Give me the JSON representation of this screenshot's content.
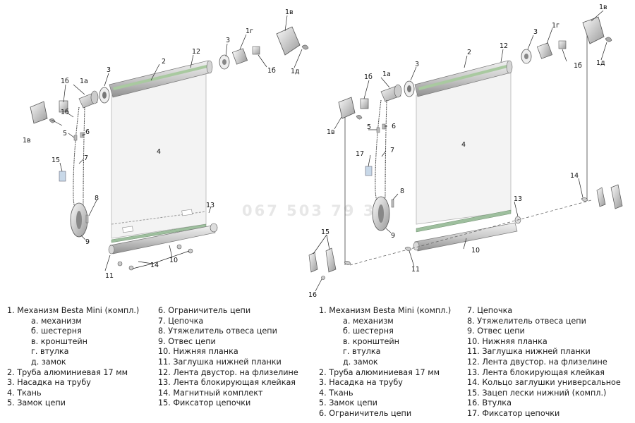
{
  "watermark": "067 503 79 37",
  "left": {
    "labels": {
      "m1a": "1а",
      "m1b": "1б",
      "m1v": "1в",
      "m1b2": "1б",
      "m1v2": "1в",
      "m1g": "1г",
      "m1b3": "1б",
      "m1d": "1д",
      "m2": "2",
      "m12": "12",
      "m3a": "3",
      "m3b": "3",
      "m4": "4",
      "m5": "5",
      "m6": "6",
      "m7": "7",
      "m8": "8",
      "m9": "9",
      "m10": "10",
      "m11": "11",
      "m13": "13",
      "m14": "14",
      "m15": "15"
    },
    "legend_col1": [
      "1. Механизм Besta Mini (компл.)",
      "а. механизм",
      "б. шестерня",
      "в. кронштейн",
      "г. втулка",
      "д. замок",
      "2. Труба алюминиевая 17 мм",
      "3. Насадка на трубу",
      "4. Ткань",
      "5. Замок цепи"
    ],
    "legend_col2": [
      "6. Ограничитель цепи",
      "7. Цепочка",
      "8. Утяжелитель отвеса цепи",
      "9. Отвес цепи",
      "10. Нижняя планка",
      "11. Заглушка нижней планки",
      "12. Лента двустор. на флизелине",
      "13. Лента блокирующая клейкая",
      "14. Магнитный комплект",
      "15. Фиксатор цепочки"
    ]
  },
  "right": {
    "labels": {
      "m1a": "1а",
      "m1b": "1б",
      "m1v": "1в",
      "m1v2": "1в",
      "m1g": "1г",
      "m1b3": "1б",
      "m1d": "1д",
      "m2": "2",
      "m12": "12",
      "m3a": "3",
      "m3b": "3",
      "m4": "4",
      "m5": "5",
      "m6": "6",
      "m7": "7",
      "m8": "8",
      "m9": "9",
      "m10": "10",
      "m11": "11",
      "m13": "13",
      "m14": "14",
      "m15": "15",
      "m16": "16",
      "m17": "17"
    },
    "legend_col1": [
      "1. Механизм Besta Mini (компл.)",
      "а. механизм",
      "б. шестерня",
      "в. кронштейн",
      "г. втулка",
      "д. замок",
      "2. Труба алюминиевая 17 мм",
      "3. Насадка на трубу",
      "4. Ткань",
      "5. Замок цепи",
      "6. Ограничитель цепи"
    ],
    "legend_col2": [
      "7. Цепочка",
      "8. Утяжелитель отвеса цепи",
      "9. Отвес цепи",
      "10. Нижняя планка",
      "11. Заглушка нижней планки",
      "12. Лента двустор. на флизелине",
      "13. Лента блокирующая клейкая",
      "14. Кольцо заглушки универсальное",
      "15. Зацеп лески нижний (компл.)",
      "16. Втулка",
      "17. Фиксатор цепочки"
    ]
  }
}
